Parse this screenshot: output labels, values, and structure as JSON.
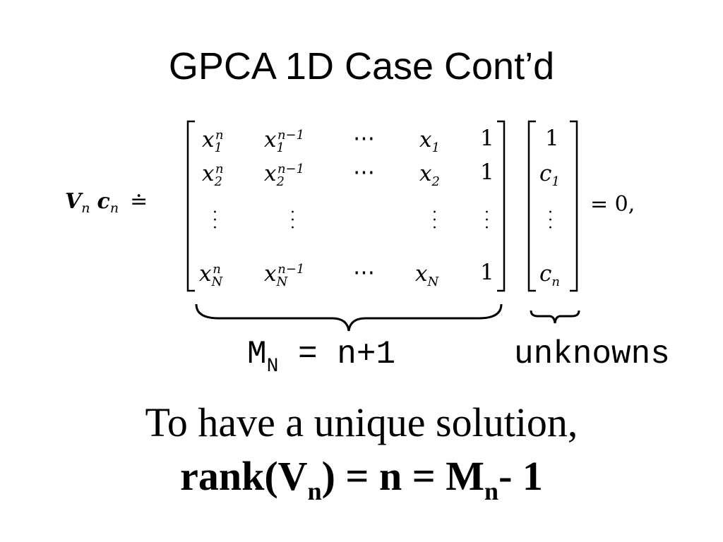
{
  "slide": {
    "title": "GPCA 1D Case Cont’d",
    "equation": {
      "lhs_V": "V",
      "lhs_V_sub": "n",
      "lhs_c": "c",
      "lhs_c_sub": "n",
      "defeq": "≐",
      "matrix_rows": [
        [
          "x",
          "1",
          "n",
          "x",
          "1",
          "n−1",
          "⋯",
          "x",
          "1",
          "1"
        ],
        [
          "x",
          "2",
          "n",
          "x",
          "2",
          "n−1",
          "⋯",
          "x",
          "2",
          "1"
        ],
        [
          "x",
          "N",
          "n",
          "x",
          "N",
          "n−1",
          "⋯",
          "x",
          "N",
          "1"
        ]
      ],
      "vector": [
        "1",
        "c",
        "1",
        "c",
        "n"
      ],
      "rhs": "= 0,"
    },
    "brace_label": {
      "m": "M",
      "m_sub": "N",
      "rest": " = n+1",
      "unknowns": "unknowns"
    },
    "condition_line1": "To have a unique solution,",
    "condition_line2": {
      "a": "rank(V",
      "a_sub": "n",
      "b": ") = n = M",
      "b_sub": "n",
      "c": "- 1"
    }
  }
}
